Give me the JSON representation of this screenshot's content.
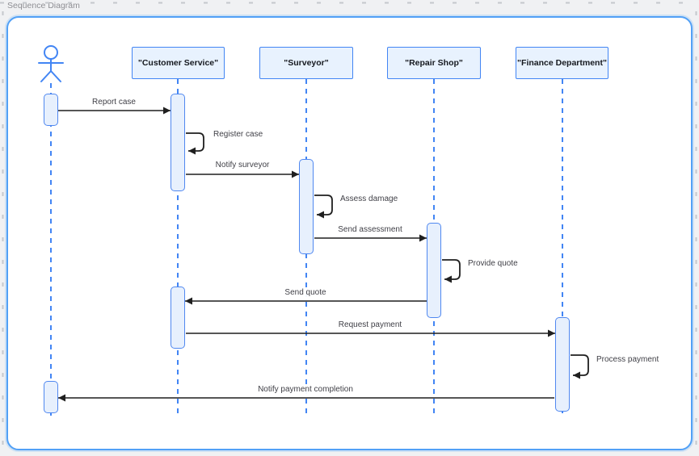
{
  "frame": {
    "title": "Sequence Diagram"
  },
  "colors": {
    "frame_border": "#51a0f6",
    "shape_blue": "#4285f4",
    "participant_fill": "#e8f2fe",
    "activation_fill": "#e7f0fd",
    "activation_border": "#5088f0",
    "message_line": "#1f1f1f",
    "label_text": "#3f3f46",
    "title_text": "#8e8e93",
    "canvas_bg": "#f0f1f3"
  },
  "participants": [
    {
      "id": "actor",
      "kind": "actor",
      "label": ""
    },
    {
      "id": "customer-service",
      "kind": "participant",
      "label": "\"Customer Service\""
    },
    {
      "id": "surveyor",
      "kind": "participant",
      "label": "\"Surveyor\""
    },
    {
      "id": "repair-shop",
      "kind": "participant",
      "label": "\"Repair Shop\""
    },
    {
      "id": "finance-department",
      "kind": "participant",
      "label": "\"Finance Department\""
    }
  ],
  "messages": [
    {
      "label": "Report case",
      "from": "actor",
      "to": "customer-service",
      "kind": "sync"
    },
    {
      "label": "Register case",
      "from": "customer-service",
      "to": "customer-service",
      "kind": "self"
    },
    {
      "label": "Notify surveyor",
      "from": "customer-service",
      "to": "surveyor",
      "kind": "sync"
    },
    {
      "label": "Assess damage",
      "from": "surveyor",
      "to": "surveyor",
      "kind": "self"
    },
    {
      "label": "Send assessment",
      "from": "surveyor",
      "to": "repair-shop",
      "kind": "sync"
    },
    {
      "label": "Provide quote",
      "from": "repair-shop",
      "to": "repair-shop",
      "kind": "self"
    },
    {
      "label": "Send quote",
      "from": "repair-shop",
      "to": "customer-service",
      "kind": "sync"
    },
    {
      "label": "Request payment",
      "from": "customer-service",
      "to": "finance-department",
      "kind": "sync"
    },
    {
      "label": "Process payment",
      "from": "finance-department",
      "to": "finance-department",
      "kind": "self"
    },
    {
      "label": "Notify payment completion",
      "from": "finance-department",
      "to": "actor",
      "kind": "sync"
    }
  ]
}
